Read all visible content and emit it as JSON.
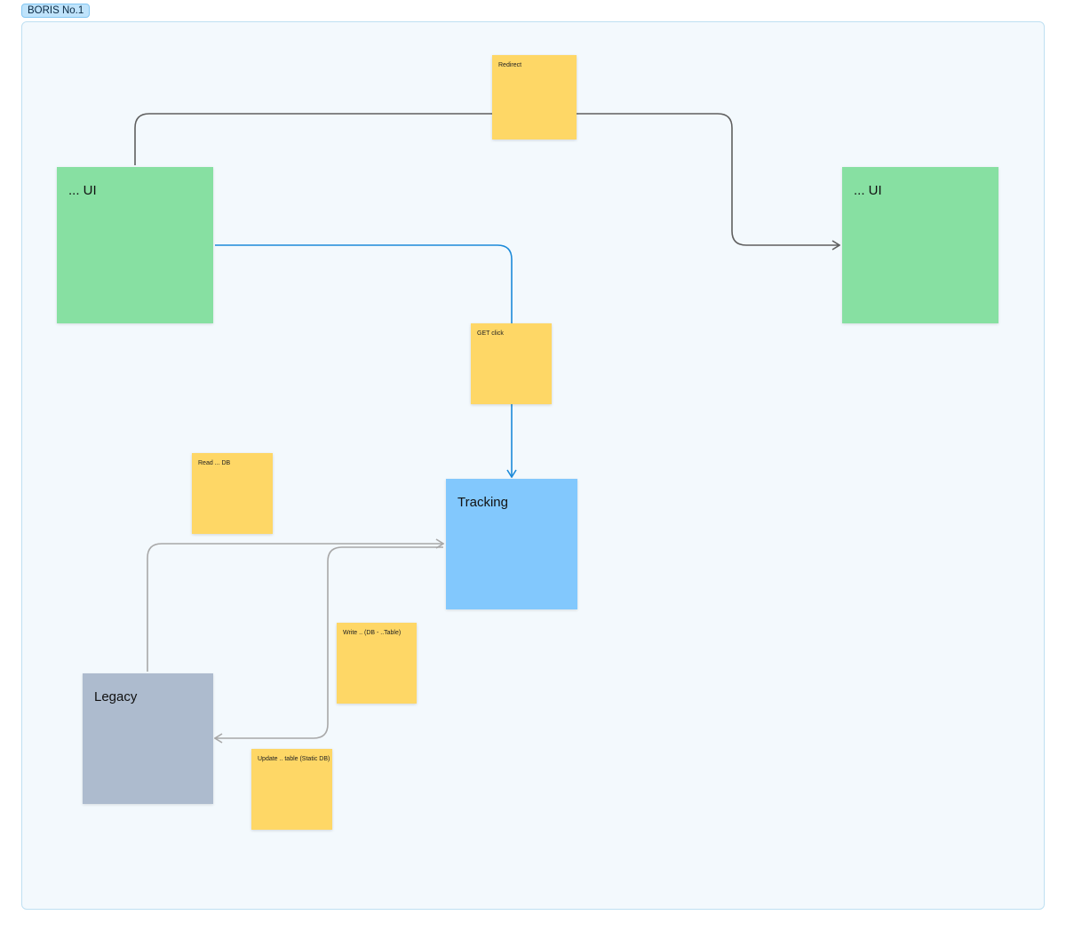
{
  "frame": {
    "label": "BORIS No.1"
  },
  "nodes": {
    "ui_left": {
      "label": "... UI"
    },
    "ui_right": {
      "label": "... UI"
    },
    "tracking": {
      "label": "Tracking"
    },
    "legacy": {
      "label": "Legacy"
    }
  },
  "notes": {
    "redirect": "Redirect",
    "get_click": "GET click",
    "read_db": "Read ... DB",
    "write_db": "Write .. (DB - ..Table)",
    "update_table": "Update .. table (Static DB)"
  },
  "colors": {
    "ui_node": "#87e0a2",
    "tracking_node": "#82c8fd",
    "legacy_node": "#adbbce",
    "sticky_note": "#fed766",
    "redirect_connector": "#5f5f5f",
    "click_connector": "#1c8ad9",
    "db_connector": "#a8a8a8"
  }
}
